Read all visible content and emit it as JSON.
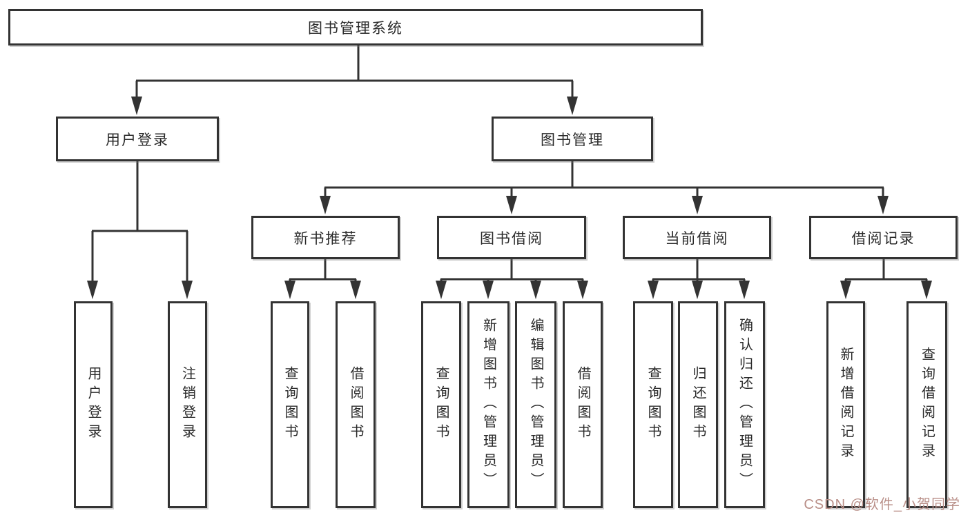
{
  "tree": {
    "root": "图书管理系统",
    "level2": [
      "用户登录",
      "图书管理"
    ],
    "level3": [
      "新书推荐",
      "图书借阅",
      "当前借阅",
      "借阅记录"
    ],
    "leaves": {
      "user_login": [
        "用户登录",
        "注销登录"
      ],
      "new_book_rec": [
        "查询图书",
        "借阅图书"
      ],
      "book_borrow": [
        "查询图书",
        "新增图书（管理员）",
        "编辑图书（管理员）",
        "借阅图书"
      ],
      "current_borrow": [
        "查询图书",
        "归还图书",
        "确认归还（管理员）"
      ],
      "borrow_records": [
        "新增借阅记录",
        "查询借阅记录"
      ]
    }
  },
  "watermark": {
    "text": "CSDN @软件_小贺同学",
    "color": "#b98f88"
  },
  "colors": {
    "line": "#333333",
    "box_border": "#333333",
    "text": "#2a2a2a",
    "background": "#ffffff"
  }
}
